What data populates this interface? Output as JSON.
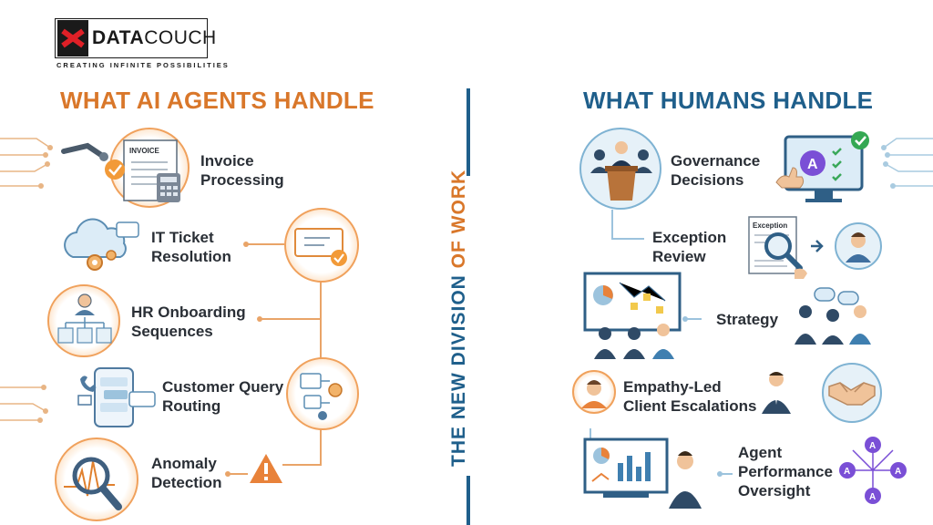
{
  "logo": {
    "word_a": "DATA",
    "word_b": "COUCH",
    "tagline": "CREATING INFINITE POSSIBILITIES"
  },
  "left_heading": "WHAT AI AGENTS HANDLE",
  "right_heading": "WHAT HUMANS HANDLE",
  "center_text": {
    "part_a": "THE NEW DIVISION ",
    "part_b": "OF WORK"
  },
  "ai_items": [
    {
      "label": "Invoice\nProcessing",
      "icon": "invoice-robot-icon"
    },
    {
      "label": "IT Ticket\nResolution",
      "icon": "cloud-gears-icon"
    },
    {
      "label": "HR Onboarding\nSequences",
      "icon": "org-chart-icon"
    },
    {
      "label": "Customer Query\nRouting",
      "icon": "phone-chat-icon"
    },
    {
      "label": "Anomaly\nDetection",
      "icon": "magnifier-graph-icon"
    }
  ],
  "human_items": [
    {
      "label": "Governance\nDecisions",
      "icon": "podium-icon"
    },
    {
      "label": "Exception\nReview",
      "icon": "document-magnifier-icon"
    },
    {
      "label": "Strategy",
      "icon": "whiteboard-team-icon"
    },
    {
      "label": "Empathy-Led\nClient Escalations",
      "icon": "customer-icon"
    },
    {
      "label": "Agent\nPerformance\nOversight",
      "icon": "dashboard-analyst-icon"
    }
  ],
  "icon_text": {
    "invoice_doc": "INVOICE",
    "exception_doc": "Exception",
    "agent_badge": "A"
  },
  "colors": {
    "orange": "#d9772a",
    "blue": "#1f5f8b",
    "soft_orange": "#f0a15c",
    "soft_blue": "#7fb3d3"
  }
}
